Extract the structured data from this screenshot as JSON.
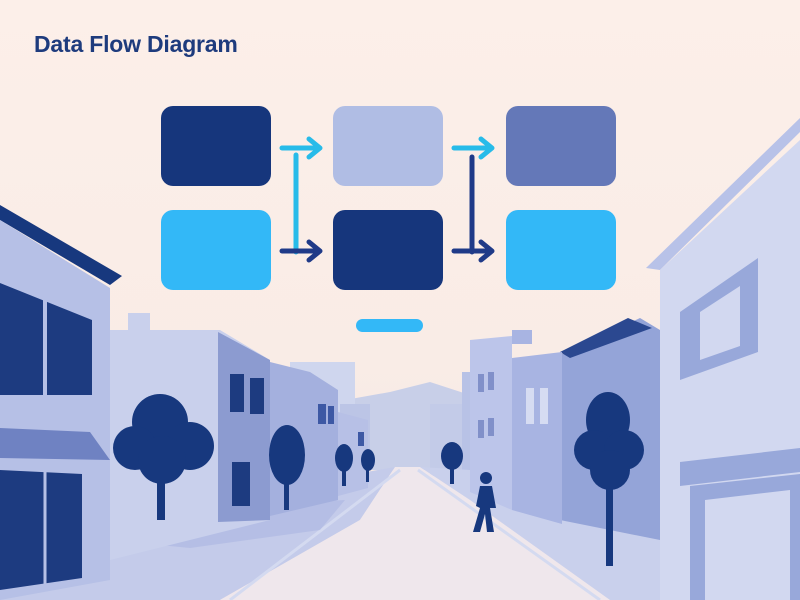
{
  "header": {
    "title": "Data Flow Diagram"
  },
  "colors": {
    "navy": "#16367c",
    "periwinkle_light": "#b0bde4",
    "periwinkle_mid": "#6478b8",
    "sky": "#33b8f7",
    "arrow_cyan": "#27bbe9",
    "arrow_navy": "#1f3a88",
    "title": "#1e3b7d",
    "background": "#fbeee8"
  },
  "diagram": {
    "nodes": [
      {
        "id": "n1",
        "row": 1,
        "col": 1,
        "color": "#16367c"
      },
      {
        "id": "n2",
        "row": 1,
        "col": 2,
        "color": "#b0bde4"
      },
      {
        "id": "n3",
        "row": 1,
        "col": 3,
        "color": "#6478b8"
      },
      {
        "id": "n4",
        "row": 2,
        "col": 1,
        "color": "#33b8f7"
      },
      {
        "id": "n5",
        "row": 2,
        "col": 2,
        "color": "#16367c"
      },
      {
        "id": "n6",
        "row": 2,
        "col": 3,
        "color": "#33b8f7"
      }
    ],
    "edges": [
      {
        "from": "n1",
        "to": "n2",
        "color": "#27bbe9"
      },
      {
        "from": "n2",
        "to": "n3",
        "color": "#27bbe9"
      },
      {
        "from": "n4",
        "to": "n5",
        "color": "#1f3a88"
      },
      {
        "from": "n5",
        "to": "n6",
        "color": "#1f3a88"
      }
    ],
    "connectors": [
      {
        "between_cols": "1-2",
        "color": "#27bbe9"
      },
      {
        "between_cols": "2-3",
        "color": "#1f3a88"
      }
    ],
    "footer_bar_color": "#33b8f7"
  }
}
